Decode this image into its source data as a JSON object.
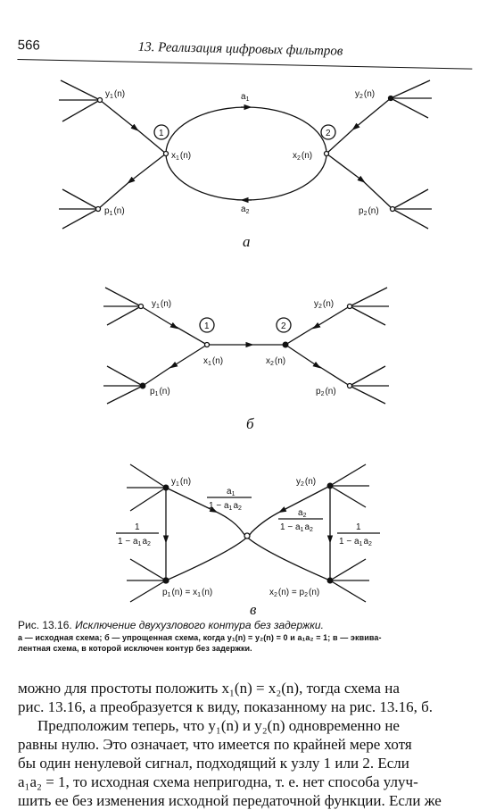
{
  "header": {
    "page_number": "566",
    "running_title": "13. Реализация цифровых фильтров"
  },
  "figure": {
    "diagram_a": {
      "panel_label": "а",
      "nodes": {
        "y1": "y",
        "y1_sub": "1",
        "y1_arg": "(n)",
        "x1": "x",
        "x1_sub": "1",
        "x1_arg": "(n)",
        "p1": "p",
        "p1_sub": "1",
        "p1_arg": "(n)",
        "y2": "y",
        "y2_sub": "2",
        "y2_arg": "(n)",
        "x2": "x",
        "x2_sub": "2",
        "x2_arg": "(n)",
        "p2": "p",
        "p2_sub": "2",
        "p2_arg": "(n)"
      },
      "node_numbers": [
        "1",
        "2"
      ],
      "branch_upper": "a",
      "branch_upper_sub": "1",
      "branch_lower": "a",
      "branch_lower_sub": "2"
    },
    "diagram_b": {
      "panel_label": "б",
      "nodes": {
        "y1": "y",
        "y1_sub": "1",
        "y1_arg": "(n)",
        "x1": "x",
        "x1_sub": "1",
        "x1_arg": "(n)",
        "p1": "p",
        "p1_sub": "1",
        "p1_arg": "(n)",
        "y2": "y",
        "y2_sub": "2",
        "y2_arg": "(n)",
        "x2": "x",
        "x2_sub": "2",
        "x2_arg": "(n)",
        "p2": "p",
        "p2_sub": "2",
        "p2_arg": "(n)"
      },
      "node_numbers": [
        "1",
        "2"
      ]
    },
    "diagram_c": {
      "panel_label": "в",
      "nodes": {
        "y1": "y",
        "y1_sub": "1",
        "y1_arg": "(n)",
        "y2": "y",
        "y2_sub": "2",
        "y2_arg": "(n)",
        "p1_eq": "p",
        "p1_eq_sub": "1",
        "p1_eq_mid": "(n) = x",
        "p1_eq_sub2": "1",
        "p1_eq_end": "(n)",
        "x2_eq": "x",
        "x2_eq_sub": "2",
        "x2_eq_mid": "(n) = p",
        "x2_eq_sub2": "2",
        "x2_eq_end": "(n)"
      },
      "fractions": {
        "upper_num": "a",
        "upper_num_sub": "1",
        "lower_num": "a",
        "lower_num_sub": "2",
        "side_num": "1",
        "den_a": "1 − a",
        "den_sub_1": "1",
        "den_b": "a",
        "den_sub_2": "2"
      }
    }
  },
  "caption": {
    "label": "Рис. 13.16.",
    "title": "Исключение двухузлового контура без задержки.",
    "legend_line1": "а — исходная схема; б — упрощенная схема, когда y₁(n) = y₂(n) = 0 и a₁a₂ = 1; в — эквива-",
    "legend_line2": "лентная схема, в которой исключен контур без задержки."
  },
  "body": {
    "line1": "можно для простоты положить x₁(n) = x₂(n), тогда схема на",
    "line2": "рис. 13.16, а преобразуется к виду, показанному на рис. 13.16, б.",
    "line3": "Предположим теперь, что y₁(n) и y₂(n) одновременно не",
    "line4": "равны нулю. Это означает, что имеется по крайней мере хотя",
    "line5": "бы один ненулевой сигнал, подходящий к узлу 1 или 2. Если",
    "line6": "a₁a₂ = 1, то исходная схема непригодна, т. е. нет способа улуч-",
    "line7": "шить ее без изменения исходной передаточной функции. Если же"
  }
}
